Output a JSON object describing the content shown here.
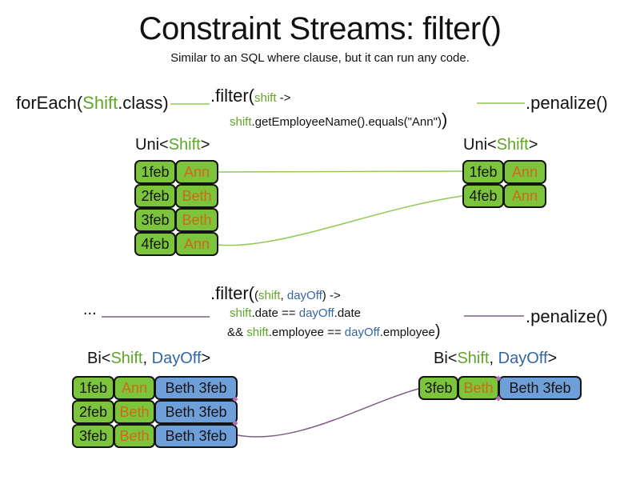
{
  "colors": {
    "green_fill": "#7cc43c",
    "green_text": "#60a528",
    "green_line": "#90c956",
    "blue_fill": "#6f9fd8",
    "blue_text": "#3465a4",
    "orange_text": "#cf6a15",
    "purple_line": "#7b5e84",
    "text": "#111111"
  },
  "header": {
    "title": "Constraint Streams: filter()",
    "subtitle": "Similar to an SQL where clause, but it can run any code."
  },
  "uni": {
    "foreach": {
      "pre": "forEach(",
      "type": "Shift",
      "post": ".class)"
    },
    "filter": {
      "head": ".filter(",
      "arg": "shift",
      "arrow": " ->",
      "body_var": "shift",
      "body_rest": ".getEmployeeName().equals(\"Ann\")",
      "body_close": ")"
    },
    "penalize": ".penalize()",
    "left_heading": {
      "pre": "Uni<",
      "type": "Shift",
      "post": ">"
    },
    "right_heading": {
      "pre": "Uni<",
      "type": "Shift",
      "post": ">"
    },
    "left_rows": [
      {
        "date": "1feb",
        "name": "Ann"
      },
      {
        "date": "2feb",
        "name": "Beth"
      },
      {
        "date": "3feb",
        "name": "Beth"
      },
      {
        "date": "4feb",
        "name": "Ann"
      }
    ],
    "right_rows": [
      {
        "date": "1feb",
        "name": "Ann"
      },
      {
        "date": "4feb",
        "name": "Ann"
      }
    ]
  },
  "bi": {
    "ellipsis": "...",
    "filter": {
      "head": ".filter(",
      "args_open": "(",
      "arg1": "shift",
      "args_comma": ", ",
      "arg2": "dayOff",
      "args_close": ") ->",
      "l2_var1": "shift",
      "l2_mid": ".date == ",
      "l2_var2": "dayOff",
      "l2_end": ".date",
      "l3_pre": "&& ",
      "l3_var1": "shift",
      "l3_mid": ".employee == ",
      "l3_var2": "dayOff",
      "l3_end": ".employee",
      "l3_close": ")"
    },
    "penalize": ".penalize()",
    "left_heading": {
      "pre": "Bi<",
      "type1": "Shift",
      "comma": ", ",
      "type2": "DayOff",
      "post": ">"
    },
    "right_heading": {
      "pre": "Bi<",
      "type1": "Shift",
      "comma": ", ",
      "type2": "DayOff",
      "post": ">"
    },
    "left_rows": [
      {
        "date": "1feb",
        "name": "Ann",
        "pair": "Beth 3feb"
      },
      {
        "date": "2feb",
        "name": "Beth",
        "pair": "Beth 3feb"
      },
      {
        "date": "3feb",
        "name": "Beth",
        "pair": "Beth 3feb"
      }
    ],
    "right_rows": [
      {
        "date": "3feb",
        "name": "Beth",
        "pair": "Beth 3feb"
      }
    ]
  }
}
